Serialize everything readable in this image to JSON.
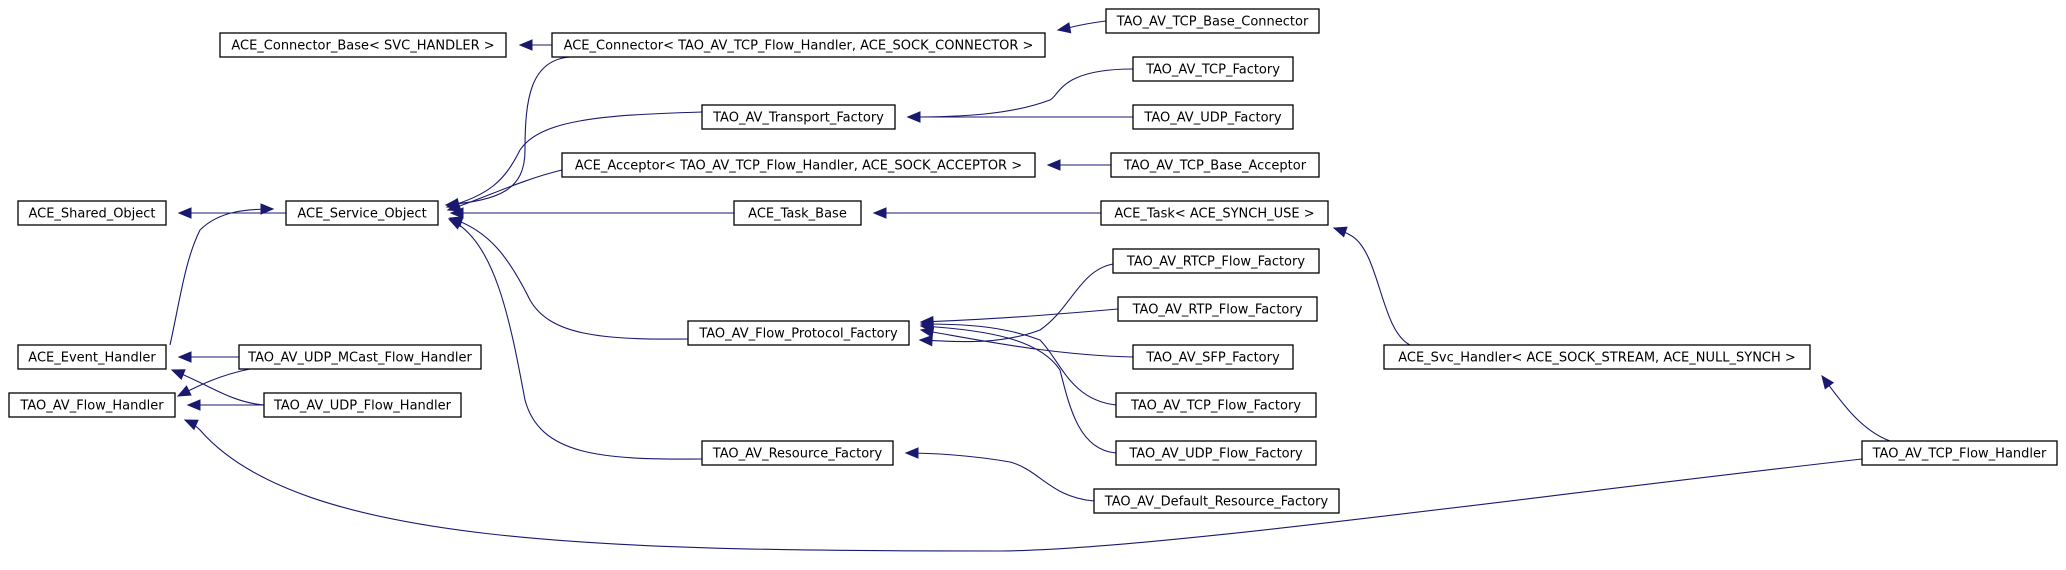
{
  "diagram": {
    "nodes": [
      {
        "id": "connector_base",
        "label": "ACE_Connector_Base< SVC_HANDLER >"
      },
      {
        "id": "connector",
        "label": "ACE_Connector< TAO_AV_TCP_Flow_Handler, ACE_SOCK_CONNECTOR >"
      },
      {
        "id": "tcp_base_connector",
        "label": "TAO_AV_TCP_Base_Connector"
      },
      {
        "id": "tcp_factory",
        "label": "TAO_AV_TCP_Factory"
      },
      {
        "id": "transport_factory",
        "label": "TAO_AV_Transport_Factory"
      },
      {
        "id": "udp_factory",
        "label": "TAO_AV_UDP_Factory"
      },
      {
        "id": "acceptor",
        "label": "ACE_Acceptor< TAO_AV_TCP_Flow_Handler, ACE_SOCK_ACCEPTOR >"
      },
      {
        "id": "tcp_base_acceptor",
        "label": "TAO_AV_TCP_Base_Acceptor"
      },
      {
        "id": "shared_object",
        "label": "ACE_Shared_Object"
      },
      {
        "id": "service_object",
        "label": "ACE_Service_Object"
      },
      {
        "id": "task_base",
        "label": "ACE_Task_Base"
      },
      {
        "id": "task",
        "label": "ACE_Task< ACE_SYNCH_USE >"
      },
      {
        "id": "rtcp_flow_factory",
        "label": "TAO_AV_RTCP_Flow_Factory"
      },
      {
        "id": "rtp_flow_factory",
        "label": "TAO_AV_RTP_Flow_Factory"
      },
      {
        "id": "flow_protocol_factory",
        "label": "TAO_AV_Flow_Protocol_Factory"
      },
      {
        "id": "event_handler",
        "label": "ACE_Event_Handler"
      },
      {
        "id": "udp_mcast_flow_handler",
        "label": "TAO_AV_UDP_MCast_Flow_Handler"
      },
      {
        "id": "sfp_factory",
        "label": "TAO_AV_SFP_Factory"
      },
      {
        "id": "svc_handler",
        "label": "ACE_Svc_Handler< ACE_SOCK_STREAM, ACE_NULL_SYNCH >"
      },
      {
        "id": "flow_handler",
        "label": "TAO_AV_Flow_Handler"
      },
      {
        "id": "udp_flow_handler",
        "label": "TAO_AV_UDP_Flow_Handler"
      },
      {
        "id": "tcp_flow_factory",
        "label": "TAO_AV_TCP_Flow_Factory"
      },
      {
        "id": "udp_flow_factory",
        "label": "TAO_AV_UDP_Flow_Factory"
      },
      {
        "id": "resource_factory",
        "label": "TAO_AV_Resource_Factory"
      },
      {
        "id": "tcp_flow_handler",
        "label": "TAO_AV_TCP_Flow_Handler"
      },
      {
        "id": "default_resource_factory",
        "label": "TAO_AV_Default_Resource_Factory"
      }
    ],
    "edges": [
      {
        "from": "connector",
        "to": "connector_base"
      },
      {
        "from": "tcp_base_connector",
        "to": "connector"
      },
      {
        "from": "tcp_factory",
        "to": "transport_factory"
      },
      {
        "from": "udp_factory",
        "to": "transport_factory"
      },
      {
        "from": "tcp_base_acceptor",
        "to": "acceptor"
      },
      {
        "from": "service_object",
        "to": "shared_object"
      },
      {
        "from": "connector",
        "to": "service_object"
      },
      {
        "from": "transport_factory",
        "to": "service_object"
      },
      {
        "from": "acceptor",
        "to": "service_object"
      },
      {
        "from": "task_base",
        "to": "service_object"
      },
      {
        "from": "flow_protocol_factory",
        "to": "service_object"
      },
      {
        "from": "resource_factory",
        "to": "service_object"
      },
      {
        "from": "task",
        "to": "task_base"
      },
      {
        "from": "svc_handler",
        "to": "task"
      },
      {
        "from": "rtcp_flow_factory",
        "to": "flow_protocol_factory"
      },
      {
        "from": "rtp_flow_factory",
        "to": "flow_protocol_factory"
      },
      {
        "from": "sfp_factory",
        "to": "flow_protocol_factory"
      },
      {
        "from": "tcp_flow_factory",
        "to": "flow_protocol_factory"
      },
      {
        "from": "udp_flow_factory",
        "to": "flow_protocol_factory"
      },
      {
        "from": "event_handler",
        "to": "service_object"
      },
      {
        "from": "udp_mcast_flow_handler",
        "to": "event_handler"
      },
      {
        "from": "udp_flow_handler",
        "to": "event_handler"
      },
      {
        "from": "udp_mcast_flow_handler",
        "to": "flow_handler"
      },
      {
        "from": "udp_flow_handler",
        "to": "flow_handler"
      },
      {
        "from": "tcp_flow_handler",
        "to": "flow_handler"
      },
      {
        "from": "tcp_flow_handler",
        "to": "svc_handler"
      },
      {
        "from": "default_resource_factory",
        "to": "resource_factory"
      }
    ]
  }
}
